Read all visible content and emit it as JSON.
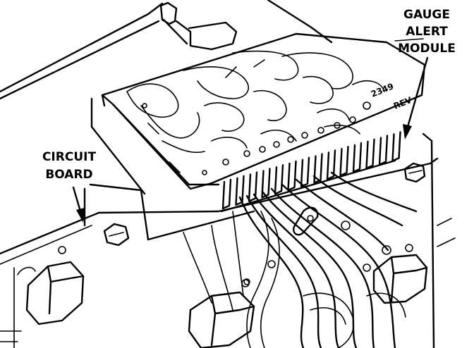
{
  "labels": {
    "gauge_alert_module": [
      "GAUGE",
      "ALERT",
      "MODULE"
    ],
    "circuit_board": [
      "CIRCUIT",
      "BOARD"
    ]
  },
  "module_marking": "2349",
  "module_rev": "REV"
}
